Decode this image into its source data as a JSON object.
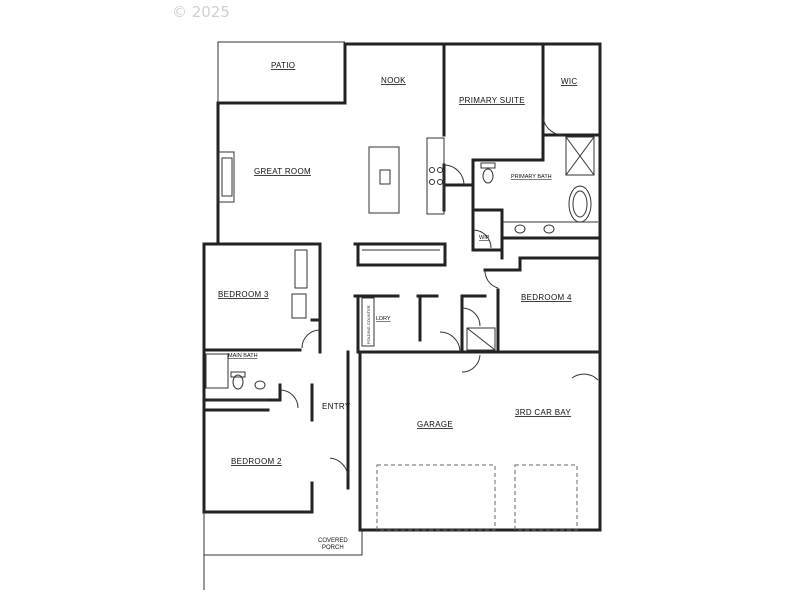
{
  "copyright": "© 2025",
  "rooms": {
    "patio": "PATIO",
    "nook": "NOOK",
    "primary_suite": "PRIMARY SUITE",
    "wic": "WIC",
    "great_room": "GREAT ROOM",
    "primary_bath": "PRIMARY BATH",
    "wip": "WIP",
    "bedroom_3": "BEDROOM 3",
    "ldry": "LDRY",
    "folding": "FOLDING COUNTER",
    "bedroom_4": "BEDROOM 4",
    "main_bath": "MAIN BATH",
    "entry": "ENTRY",
    "garage": "GARAGE",
    "third_car_bay": "3RD CAR BAY",
    "bedroom_2": "BEDROOM 2",
    "covered_porch_1": "COVERED",
    "covered_porch_2": "PORCH"
  }
}
